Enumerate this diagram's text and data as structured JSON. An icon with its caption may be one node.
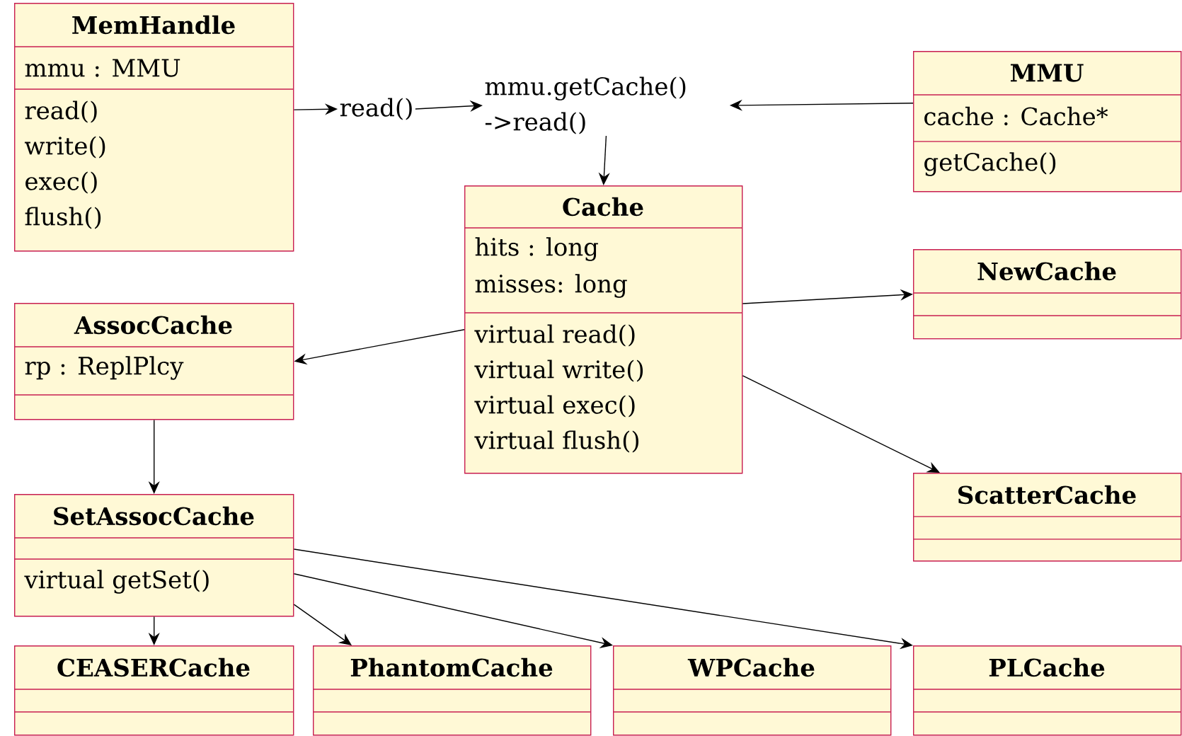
{
  "diagram": {
    "nodes": [
      {
        "text": [
          "MemHandle",
          "mmu : MMU",
          "read()",
          "write()",
          "exec()",
          "flush()"
        ]
      },
      {
        "text": [
          "read()"
        ]
      },
      {
        "text": [
          "mmu.getCache() ->read()"
        ]
      },
      {
        "text": [
          "MMU",
          "cache : Cache*",
          "getCache()"
        ]
      },
      {
        "text": [
          "Cache",
          "hits : long",
          "misses: long",
          "virtual read()",
          "virtual write()",
          "virtual exec()",
          "virtual flush()"
        ]
      },
      {
        "text": [
          "NewCache"
        ]
      },
      {
        "text": [
          "AssocCache",
          "rp : ReplPlcy"
        ]
      },
      {
        "text": [
          "ScatterCache"
        ]
      },
      {
        "text": [
          "SetAssocCache",
          "virtual getSet()"
        ]
      },
      {
        "text": [
          "CEASERCache"
        ]
      },
      {
        "text": [
          "PhantomCache"
        ]
      },
      {
        "text": [
          "WPCache"
        ]
      },
      {
        "text": [
          "PLCache"
        ]
      }
    ],
    "edges": [
      {
        "from": 0,
        "to": 1,
        "arrow": "to"
      },
      {
        "from": 1,
        "to": 2,
        "arrow": "to"
      },
      {
        "from": 3,
        "to": 2,
        "arrow": "to"
      },
      {
        "from": 2,
        "to": 4,
        "arrow": "to"
      },
      {
        "from": 4,
        "to": 6,
        "arrow": "to"
      },
      {
        "from": 4,
        "to": 5,
        "arrow": "to"
      },
      {
        "from": 4,
        "to": 7,
        "arrow": "to"
      },
      {
        "from": 6,
        "to": 8,
        "arrow": "to"
      },
      {
        "from": 8,
        "to": 9,
        "arrow": "to"
      },
      {
        "from": 8,
        "to": 10,
        "arrow": "to"
      },
      {
        "from": 8,
        "to": 11,
        "arrow": "to"
      },
      {
        "from": 8,
        "to": 12,
        "arrow": "to"
      }
    ]
  }
}
